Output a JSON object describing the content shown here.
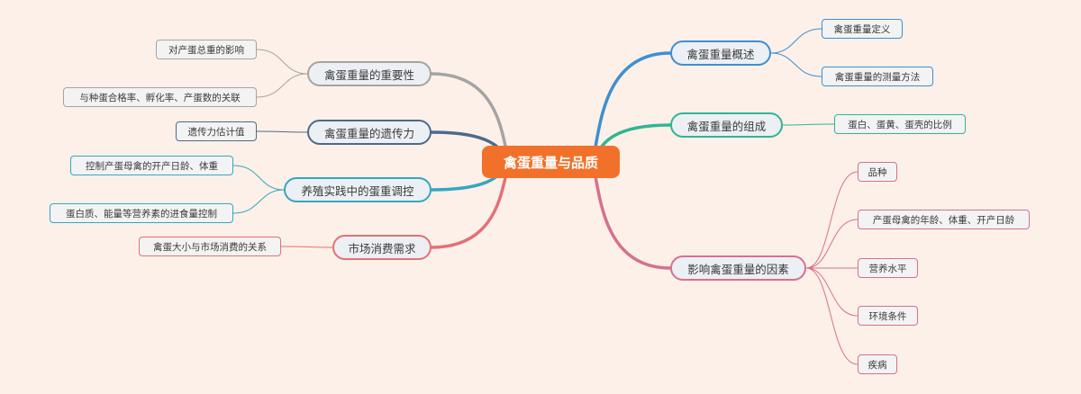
{
  "root": {
    "label": "禽蛋重量与品质"
  },
  "colors": {
    "background": "#fdf0e8",
    "root": "#f2712a"
  },
  "branches": [
    {
      "id": "overview",
      "label": "禽蛋重量概述",
      "side": "right",
      "color": "#3d8fd1",
      "children": [
        "禽蛋重量定义",
        "禽蛋重量的测量方法"
      ]
    },
    {
      "id": "composition",
      "label": "禽蛋重量的组成",
      "side": "right",
      "color": "#2fb594",
      "children": [
        "蛋白、蛋黄、蛋壳的比例"
      ]
    },
    {
      "id": "factors",
      "label": "影响禽蛋重量的因素",
      "side": "right",
      "color": "#d6708f",
      "children": [
        "品种",
        "产蛋母禽的年龄、体重、开产日龄",
        "营养水平",
        "环境条件",
        "疾病"
      ]
    },
    {
      "id": "importance",
      "label": "禽蛋重量的重要性",
      "side": "left",
      "color": "#a4a4a2",
      "children": [
        "对产蛋总重的影响",
        "与种蛋合格率、孵化率、产蛋数的关联"
      ]
    },
    {
      "id": "heritability",
      "label": "禽蛋重量的遗传力",
      "side": "left",
      "color": "#4c6a8c",
      "children": [
        "遗传力估计值"
      ]
    },
    {
      "id": "control",
      "label": "养殖实践中的蛋重调控",
      "side": "left",
      "color": "#35a6c2",
      "children": [
        "控制产蛋母禽的开产日龄、体重",
        "蛋白质、能量等营养素的进食量控制"
      ]
    },
    {
      "id": "market",
      "label": "市场消费需求",
      "side": "left",
      "color": "#e07275",
      "children": [
        "禽蛋大小与市场消费的关系"
      ]
    }
  ]
}
